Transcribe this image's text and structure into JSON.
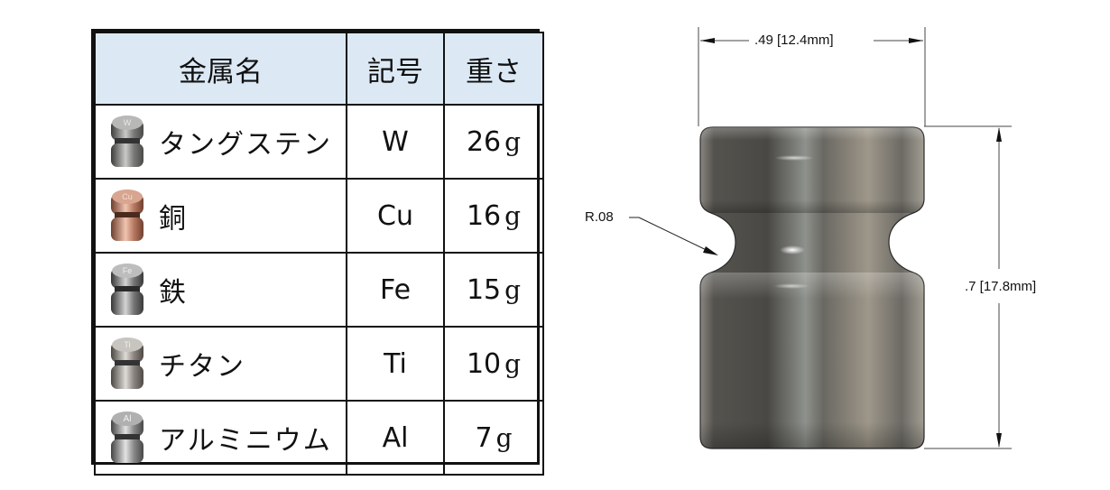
{
  "table": {
    "headers": [
      "金属名",
      "記号",
      "重さ"
    ],
    "header_bg": "#dce9f5",
    "rows": [
      {
        "name": "タングステン",
        "symbol": "W",
        "weight": "26",
        "unit": "g",
        "icon": "tungsten-weight-icon",
        "icon_label": "W",
        "color": "#8a8a88"
      },
      {
        "name": "銅",
        "symbol": "Cu",
        "weight": "16",
        "unit": "g",
        "icon": "copper-weight-icon",
        "icon_label": "Cu",
        "color": "#c08a72"
      },
      {
        "name": "鉄",
        "symbol": "Fe",
        "weight": "15",
        "unit": "g",
        "icon": "iron-weight-icon",
        "icon_label": "Fe",
        "color": "#858585"
      },
      {
        "name": "チタン",
        "symbol": "Ti",
        "weight": "10",
        "unit": "g",
        "icon": "titanium-weight-icon",
        "icon_label": "Ti",
        "color": "#a09c98"
      },
      {
        "name": "アルミニウム",
        "symbol": "Al",
        "weight": "7",
        "unit": "g",
        "icon": "aluminum-weight-icon",
        "icon_label": "Al",
        "color": "#a3a3a3"
      }
    ]
  },
  "drawing": {
    "width_label": ".49 [12.4mm]",
    "height_label": ".7 [17.8mm]",
    "radius_label": "R.08",
    "body_color": "#6e6c66"
  }
}
